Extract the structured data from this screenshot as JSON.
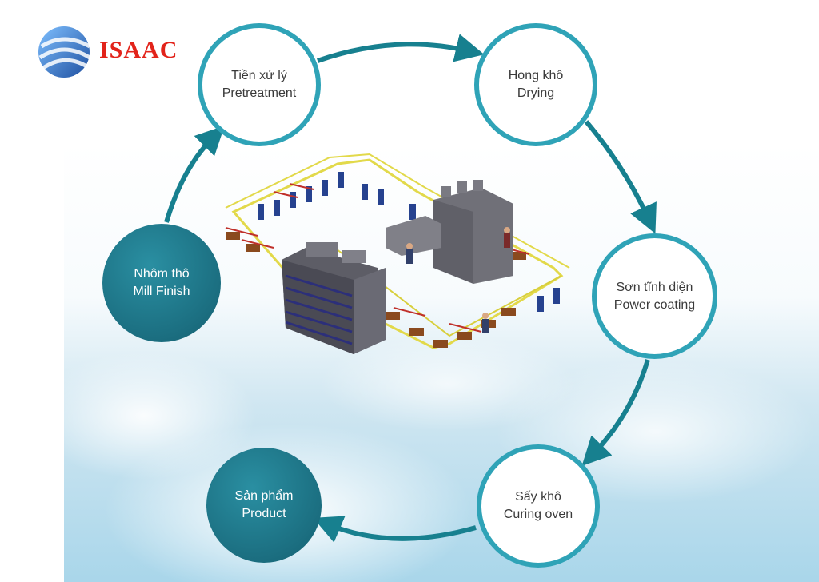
{
  "logo": {
    "text": "ISAAC",
    "icon": "globe-swirl-icon",
    "brand_color": "#e2231a",
    "icon_color": "#2a63b8"
  },
  "colors": {
    "arrow": "#17808f",
    "ring": "#2fa3b7",
    "filled_node": "#1b6e80"
  },
  "nodes": {
    "pretreatment": {
      "vi": "Tiền xử lý",
      "en": "Pretreatment"
    },
    "drying": {
      "vi": "Hong khô",
      "en": "Drying"
    },
    "coating": {
      "vi": "Sơn tĩnh diện",
      "en": "Power coating"
    },
    "curing": {
      "vi": "Sấy khô",
      "en": "Curing oven"
    },
    "product": {
      "vi": "Sản phẩm",
      "en": "Product"
    },
    "mill": {
      "vi": "Nhôm thô",
      "en": "Mill Finish"
    }
  },
  "illustration": {
    "icon": "powder-coating-plant-illustration"
  }
}
